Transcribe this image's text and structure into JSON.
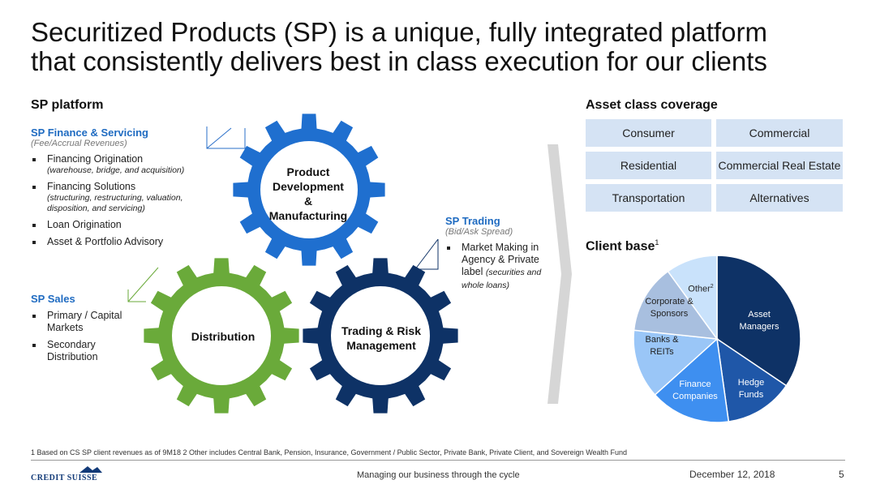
{
  "title": {
    "line1": "Securitized Products (SP) is a unique, fully integrated platform",
    "line2": "that consistently delivers best in class execution for our clients"
  },
  "platform": {
    "heading": "SP platform",
    "finance": {
      "heading": "SP Finance & Servicing",
      "subtitle": "(Fee/Accrual Revenues)",
      "items": [
        {
          "label": "Financing Origination",
          "detail": "(warehouse, bridge, and acquisition)"
        },
        {
          "label": "Financing Solutions",
          "detail": "(structuring, restructuring, valuation, disposition, and servicing)"
        },
        {
          "label": "Loan Origination",
          "detail": ""
        },
        {
          "label": "Asset & Portfolio Advisory",
          "detail": ""
        }
      ]
    },
    "sales": {
      "heading": "SP Sales",
      "items": [
        "Primary / Capital Markets",
        "Secondary Distribution"
      ]
    },
    "trading": {
      "heading": "SP Trading",
      "subtitle": "(Bid/Ask Spread)",
      "item_main": "Market Making in Agency & Private label",
      "item_detail": "(securities and whole loans)"
    },
    "gears": {
      "product": [
        "Product",
        "Development",
        "&",
        "Manufacturing"
      ],
      "distribution": "Distribution",
      "trading": [
        "Trading & Risk",
        "Management"
      ]
    },
    "colors": {
      "product": "#1f6fcf",
      "distribution": "#6aaa3a",
      "trading": "#0e3266"
    }
  },
  "coverage": {
    "heading": "Asset class coverage",
    "cells": [
      "Consumer",
      "Commercial",
      "Residential",
      "Commercial Real Estate",
      "Transportation",
      "Alternatives"
    ]
  },
  "client_base": {
    "heading": "Client base",
    "heading_sup": "1"
  },
  "chart_data": {
    "type": "pie",
    "title": "Client base",
    "slices": [
      {
        "label": "Asset Managers",
        "value": 31,
        "color": "#0e3266"
      },
      {
        "label": "Hedge Funds",
        "value": 12,
        "color": "#1f57a8"
      },
      {
        "label": "Finance Companies",
        "value": 14,
        "color": "#3e8ff0"
      },
      {
        "label": "Banks & REITs",
        "value": 12,
        "color": "#9ac6f7"
      },
      {
        "label": "Corporate & Sponsors",
        "value": 12,
        "color": "#a8bfdf"
      },
      {
        "label": "Other",
        "value": 9,
        "color": "#c9e2fb"
      }
    ],
    "other_sup": "2"
  },
  "footnote": "1 Based on CS SP client revenues as of 9M18    2 Other includes Central Bank, Pension, Insurance, Government / Public Sector, Private Bank, Private Client, and Sovereign Wealth Fund",
  "footer": {
    "logo": "CREDIT SUISSE",
    "center": "Managing our business through the cycle",
    "date": "December 12, 2018",
    "page": "5"
  }
}
